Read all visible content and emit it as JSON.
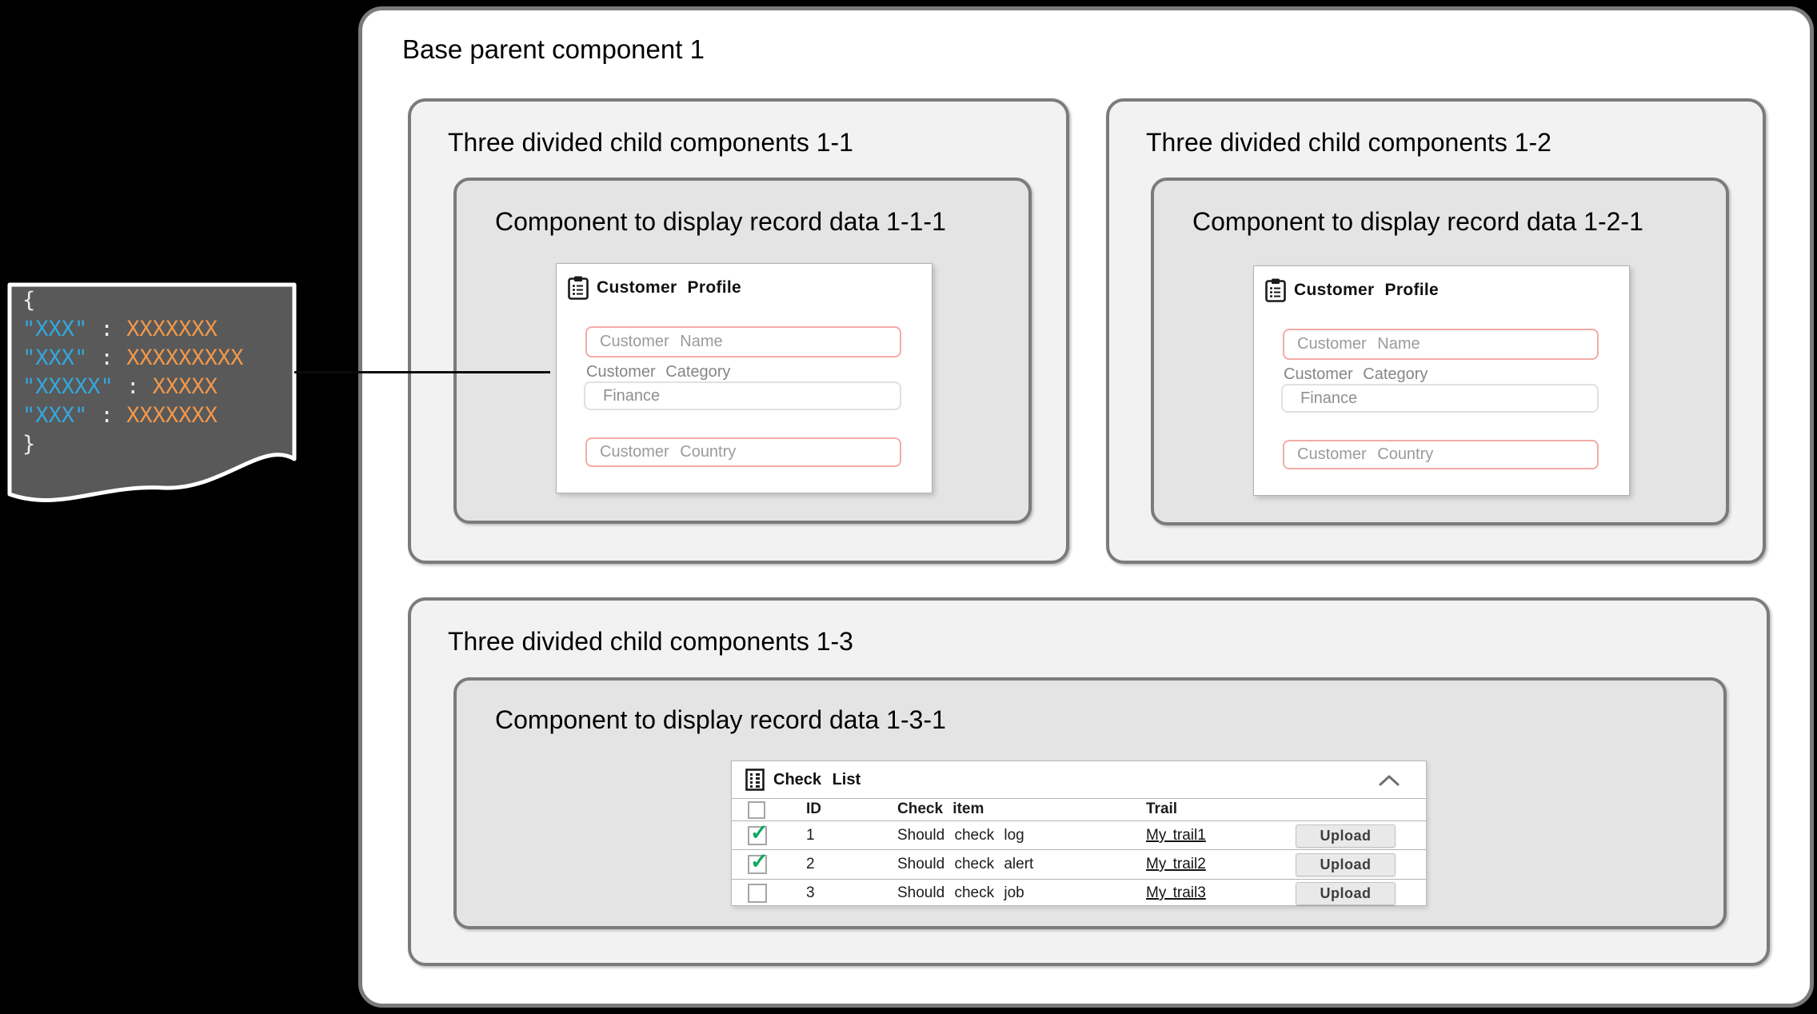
{
  "diagram": {
    "base": {
      "label": "Base parent component 1"
    },
    "child11": {
      "label": "Three divided child components 1-1"
    },
    "record111": {
      "label": "Component to display record data 1-1-1"
    },
    "child12": {
      "label": "Three divided child components 1-2"
    },
    "record121": {
      "label": "Component to display record data 1-2-1"
    },
    "child13": {
      "label": "Three divided child components 1-3"
    },
    "record131": {
      "label": "Component to display record data 1-3-1"
    }
  },
  "json_snippet": {
    "open_brace": "{",
    "close_brace": "}",
    "separator": ":",
    "lines": [
      {
        "key": "\"XXX\"",
        "value": "XXXXXXX"
      },
      {
        "key": "\"XXX\"",
        "value": "XXXXXXXXX"
      },
      {
        "key": "\"XXXXX\"",
        "value": "XXXXX"
      },
      {
        "key": "\"XXX\"",
        "value": "XXXXXXX"
      }
    ],
    "colors": {
      "key": "#35a7dc",
      "value": "#f2984c",
      "punctuation": "#ececec",
      "background": "#595959"
    }
  },
  "customer_profile": {
    "title": "Customer Profile",
    "name_placeholder": "Customer Name",
    "category_label": "Customer Category",
    "category_value": "Finance",
    "country_placeholder": "Customer Country",
    "accent_border_color": "#f3aba7"
  },
  "check_list": {
    "title": "Check List",
    "header_checked": false,
    "columns": {
      "id": "ID",
      "item": "Check item",
      "trail": "Trail"
    },
    "check_color": "#0ca95f",
    "rows": [
      {
        "checked": true,
        "id": "1",
        "item": "Should check log",
        "trail": "My trail1",
        "action": "Upload"
      },
      {
        "checked": true,
        "id": "2",
        "item": "Should check alert",
        "trail": "My trail2",
        "action": "Upload"
      },
      {
        "checked": false,
        "id": "3",
        "item": "Should check job",
        "trail": "My trail3",
        "action": "Upload"
      }
    ]
  }
}
